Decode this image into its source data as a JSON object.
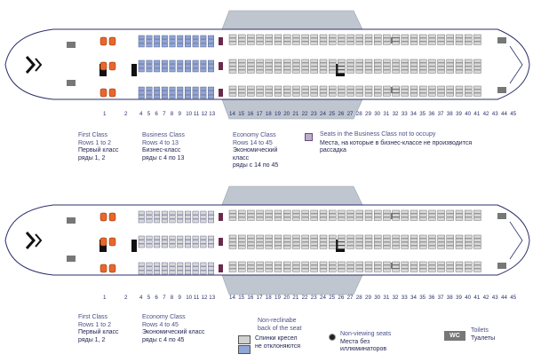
{
  "layout1": {
    "row_numbers": [
      "1",
      "2",
      "4",
      "5",
      "6",
      "7",
      "8",
      "9",
      "10",
      "11",
      "12",
      "13",
      "14",
      "15",
      "16",
      "17",
      "18",
      "19",
      "20",
      "21",
      "22",
      "23",
      "24",
      "25",
      "26",
      "27",
      "28",
      "29",
      "30",
      "31",
      "32",
      "33",
      "34",
      "35",
      "36",
      "37",
      "38",
      "39",
      "40",
      "41",
      "42",
      "43",
      "44",
      "45"
    ],
    "first_class": {
      "en": "First Class",
      "rows_en": "Rows 1 to 2",
      "ru": "Первый класс",
      "rows_ru": "ряды 1, 2"
    },
    "business_class": {
      "en": "Business Class",
      "rows_en": "Rows 4 to 13",
      "ru": "Бизнес-класс",
      "rows_ru": "ряды с 4 по 13"
    },
    "economy_class": {
      "en": "Economy Class",
      "rows_en": "Rows 14 to 45",
      "ru1": "Экономический",
      "ru2": "класс",
      "rows_ru": "ряды с 14 по 45"
    },
    "note": {
      "en": "Seats in the Business Class not to occupy",
      "ru1": "Места, на которые в бизнес-классе не производится",
      "ru2": "рассадка"
    }
  },
  "layout2": {
    "row_numbers": [
      "1",
      "2",
      "4",
      "5",
      "6",
      "7",
      "8",
      "9",
      "10",
      "11",
      "12",
      "13",
      "14",
      "15",
      "16",
      "17",
      "18",
      "19",
      "20",
      "21",
      "22",
      "23",
      "24",
      "25",
      "26",
      "27",
      "28",
      "29",
      "30",
      "31",
      "32",
      "33",
      "34",
      "35",
      "36",
      "37",
      "38",
      "39",
      "40",
      "41",
      "42",
      "43",
      "44",
      "45"
    ],
    "first_class": {
      "en": "First Class",
      "rows_en": "Rows 1 to 2",
      "ru": "Первый класс",
      "rows_ru": "ряды 1, 2"
    },
    "economy_class": {
      "en": "Economy Class",
      "rows_en": "Rows 4 to 45",
      "ru": "Экономический класс",
      "rows_ru": "ряды с 4 по 45"
    },
    "legend_nonrecline": {
      "en1": "Non-reclinabe",
      "en2": "back of the seat",
      "ru1": "Спинки кресел",
      "ru2": "не отклоняются"
    },
    "legend_nonview": {
      "en": "Non-viewing seats",
      "ru1": "Места без",
      "ru2": "иллюминаторов"
    },
    "legend_toilets": {
      "badge": "WC",
      "en": "Toilets",
      "ru": "Туалеты"
    }
  },
  "colors": {
    "first": "#e8672c",
    "business": "#8fa6d6",
    "economy": "#d8d8d8",
    "outline": "#2a2f6a",
    "wing": "#bfc6cf"
  }
}
